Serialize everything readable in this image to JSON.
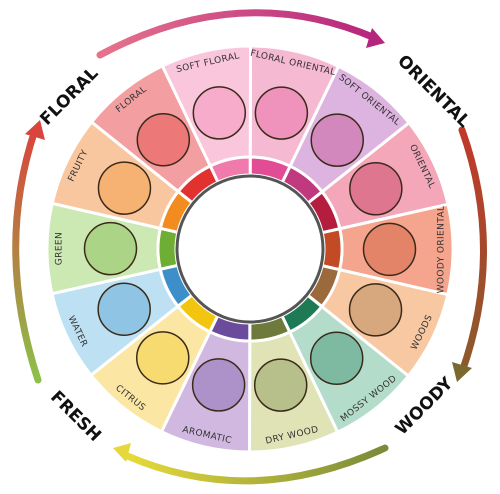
{
  "families": [
    {
      "key": "floral",
      "label": "FLORAL"
    },
    {
      "key": "oriental",
      "label": "ORIENTAL"
    },
    {
      "key": "woody",
      "label": "WOODY"
    },
    {
      "key": "fresh",
      "label": "FRESH"
    }
  ],
  "segments": [
    {
      "key": "floral-oriental",
      "label": "FLORAL ORIENTAL",
      "bg": "#f6b9d2",
      "band": "#e24c95",
      "icon": "vanilla-flower-icon"
    },
    {
      "key": "soft-oriental",
      "label": "SOFT ORIENTAL",
      "bg": "#ddb3df",
      "band": "#c0397f",
      "icon": "incense-sticks-icon"
    },
    {
      "key": "oriental",
      "label": "ORIENTAL",
      "bg": "#f3a7b9",
      "band": "#b51d3f",
      "icon": "star-anise-icon"
    },
    {
      "key": "woody-oriental",
      "label": "WOODY ORIENTAL",
      "bg": "#f5a48d",
      "band": "#c24a25",
      "icon": "cinnamon-sticks-icon"
    },
    {
      "key": "woods",
      "label": "WOODS",
      "bg": "#f7c8a2",
      "band": "#9b6a3c",
      "icon": "wood-chips-icon"
    },
    {
      "key": "mossy-woods",
      "label": "MOSSY WOOD",
      "bg": "#b3dccb",
      "band": "#1e7a55",
      "icon": "moss-icon"
    },
    {
      "key": "dry-woods",
      "label": "DRY WOOD",
      "bg": "#dfe3b6",
      "band": "#6d7a3c",
      "icon": "dry-branch-icon"
    },
    {
      "key": "aromatic",
      "label": "AROMATIC",
      "bg": "#d0b8e0",
      "band": "#6a4b9c",
      "icon": "lavender-icon"
    },
    {
      "key": "citrus",
      "label": "CITRUS",
      "bg": "#fbe7a3",
      "band": "#f2c511",
      "icon": "lime-orange-icon"
    },
    {
      "key": "water",
      "label": "WATER",
      "bg": "#bde0f3",
      "band": "#3d8fc9",
      "icon": "wave-icon"
    },
    {
      "key": "green",
      "label": "GREEN",
      "bg": "#cde9b3",
      "band": "#6fae35",
      "icon": "cucumber-parsley-icon"
    },
    {
      "key": "fruity",
      "label": "FRUITY",
      "bg": "#f8c7a0",
      "band": "#f28c1e",
      "icon": "apple-strawberry-icon"
    },
    {
      "key": "floral",
      "label": "FLORAL",
      "bg": "#f39ea0",
      "band": "#e2312f",
      "icon": "bouquet-icon"
    },
    {
      "key": "soft-floral",
      "label": "SOFT FLORAL",
      "bg": "#f9c6db",
      "band": "#f07aac",
      "icon": "lotion-powder-icon"
    }
  ],
  "colors": {
    "arrow_floral_oriental": [
      "#e6738d",
      "#b5257d"
    ],
    "arrow_oriental_woody": [
      "#c0392b",
      "#8b5a2b"
    ],
    "arrow_woody_fresh": [
      "#7a8a3a",
      "#e8dc3a"
    ],
    "arrow_fresh_floral": [
      "#8cc04a",
      "#d9443c"
    ]
  }
}
